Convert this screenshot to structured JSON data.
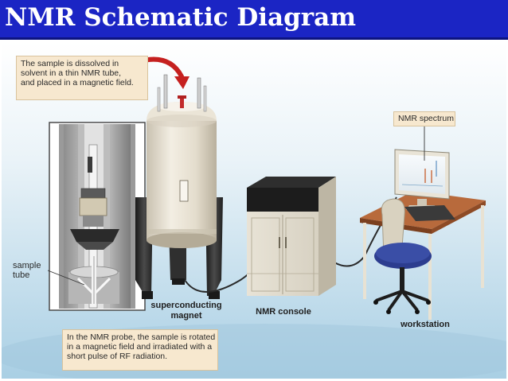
{
  "slide": {
    "title": "NMR Schematic Diagram",
    "colors": {
      "title_bar": "#1b25c4",
      "background_gradient_top": "#ffffff",
      "background_gradient_bottom": "#a9cfe4",
      "callout_fill": "#f7e8cf",
      "magnet_body": "#ece6d8",
      "chair_seat": "#2c3d8f",
      "desk_top": "#b86a3c",
      "red_arrow": "#c5201f"
    }
  },
  "callouts": {
    "top": {
      "lines": [
        "The sample is dissolved in",
        "solvent in a thin NMR tube,",
        "and placed in a magnetic field."
      ]
    },
    "bottom": {
      "lines": [
        "In the NMR probe, the sample is rotated",
        "in a magnetic field and irradiated with a",
        "short pulse of RF radiation."
      ]
    },
    "spectrum": {
      "text": "NMR spectrum"
    }
  },
  "labels": {
    "sample_tube": [
      "sample",
      "tube"
    ],
    "magnet": [
      "superconducting",
      "magnet"
    ],
    "console": "NMR console",
    "workstation": "workstation"
  },
  "icons": {
    "arrow": "curved-red-arrow-icon",
    "magnet": "superconducting-magnet-icon",
    "probe": "probe-cutaway-icon",
    "console": "nmr-console-cabinet-icon",
    "monitor": "monitor-icon",
    "keyboard": "keyboard-icon",
    "desk": "desk-icon",
    "chair": "office-chair-icon"
  }
}
